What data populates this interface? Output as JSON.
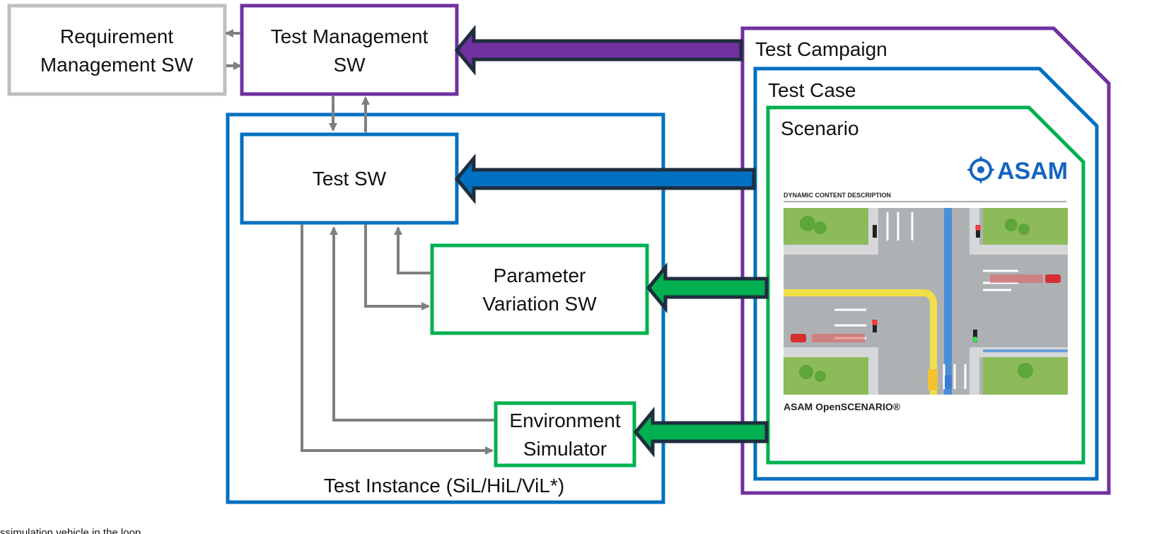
{
  "boxes": {
    "requirement": {
      "line1": "Requirement",
      "line2": "Management SW"
    },
    "test_management": {
      "line1": "Test Management",
      "line2": "SW"
    },
    "test_sw": {
      "label": "Test SW"
    },
    "parameter_variation": {
      "line1": "Parameter",
      "line2": "Variation SW"
    },
    "environment_simulator": {
      "line1": "Environment",
      "line2": "Simulator"
    },
    "test_instance": {
      "label": "Test Instance (SiL/HiL/ViL*)"
    }
  },
  "documents": {
    "test_campaign": "Test Campaign",
    "test_case": "Test Case",
    "scenario": "Scenario"
  },
  "cover": {
    "brand": "ASAM",
    "heading": "DYNAMIC CONTENT DESCRIPTION",
    "product": "ASAM OpenSCENARIO®"
  },
  "footnote": "ssimulation vehicle in the loop",
  "colors": {
    "gray": "#bfbfbf",
    "purple": "#7030a0",
    "blue": "#0070c0",
    "green": "#00b050",
    "arrow_gray": "#7f7f7f",
    "asam_blue": "#1565c0"
  },
  "icons": {
    "asam_logo": "compass-target-icon"
  }
}
